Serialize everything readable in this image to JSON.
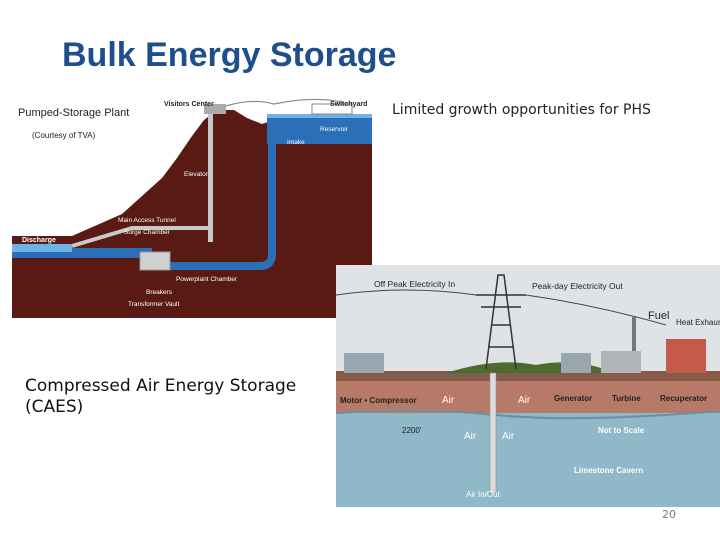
{
  "slide": {
    "title": "Bulk Energy Storage",
    "note": "Limited growth opportunities for PHS",
    "caes_caption": "Compressed Air Energy Storage (CAES)",
    "page_number": "20"
  },
  "phs_figure": {
    "title": "Pumped-Storage Plant",
    "credit": "(Courtesy of TVA)",
    "labels": {
      "visitors_center": "Visitors Center",
      "switchyard": "Switchyard",
      "reservoir": "Reservoir",
      "intake": "Intake",
      "elevator": "Elevator",
      "main_access_tunnel": "Main Access Tunnel",
      "surge_chamber": "Surge Chamber",
      "discharge": "Discharge",
      "powerplant_chamber": "Powerplant Chamber",
      "breakers": "Breakers",
      "transformer_vault": "Transformer Vault"
    },
    "colors": {
      "earth": "#5a1a14",
      "water": "#2a6fb8",
      "sky": "#ffffff"
    }
  },
  "caes_figure": {
    "labels": {
      "off_peak": "Off Peak Electricity In",
      "peak_day": "Peak-day Electricity Out",
      "fuel": "Fuel",
      "heat_exhaust": "Heat Exhaust",
      "motor_compressor": "Motor • Compressor",
      "air_1": "Air",
      "air_2": "Air",
      "air_3": "Air",
      "air_4": "Air",
      "generator": "Generator",
      "turbine": "Turbine",
      "recuperator": "Recuperator",
      "depth": "2200'",
      "not_to_scale": "Not to Scale",
      "limestone_cavern": "Limestone Cavern",
      "air_in_out": "Air In/Out"
    },
    "colors": {
      "rock": "#b87a68",
      "cavern": "#8fb8c8",
      "sky": "#dfe3e6"
    }
  }
}
